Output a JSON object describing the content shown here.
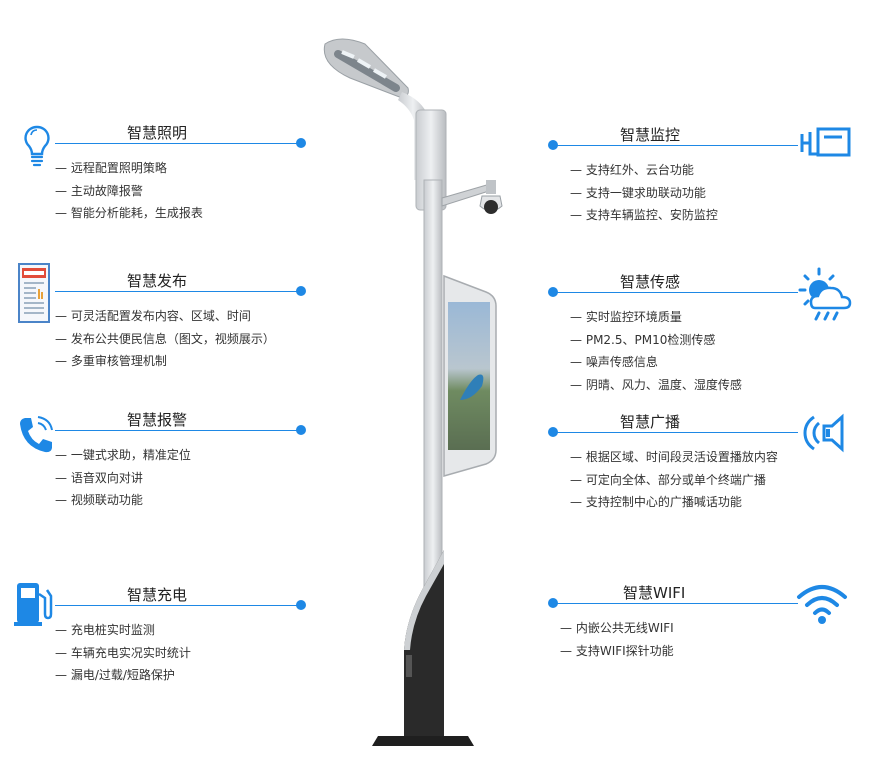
{
  "features": {
    "lighting": {
      "title": "智慧照明",
      "items": [
        "远程配置照明策略",
        "主动故障报警",
        "智能分析能耗，生成报表"
      ]
    },
    "publishing": {
      "title": "智慧发布",
      "items": [
        "可灵活配置发布内容、区域、时间",
        "发布公共便民信息（图文，视频展示）",
        "多重审核管理机制"
      ]
    },
    "alarm": {
      "title": "智慧报警",
      "items": [
        "一键式求助，精准定位",
        "语音双向对讲",
        "视频联动功能"
      ]
    },
    "charging": {
      "title": "智慧充电",
      "items": [
        "充电桩实时监测",
        "车辆充电实况实时统计",
        "漏电/过载/短路保护"
      ]
    },
    "monitoring": {
      "title": "智慧监控",
      "items": [
        "支持红外、云台功能",
        "支持一键求助联动功能",
        "支持车辆监控、安防监控"
      ]
    },
    "sensing": {
      "title": "智慧传感",
      "items": [
        "实时监控环境质量",
        "PM2.5、PM10检测传感",
        "噪声传感信息",
        "阴晴、风力、温度、湿度传感"
      ]
    },
    "broadcast": {
      "title": "智慧广播",
      "items": [
        "根据区域、时间段灵活设置播放内容",
        "可定向全体、部分或单个终端广播",
        "支持控制中心的广播喊话功能"
      ]
    },
    "wifi": {
      "title": "智慧WIFI",
      "items": [
        "内嵌公共无线WIFI",
        "支持WIFI探针功能"
      ]
    }
  },
  "icons": {
    "lighting": "lightbulb-icon",
    "publishing": "newspaper-icon",
    "alarm": "phone-icon",
    "charging": "fuel-pump-icon",
    "monitoring": "camera-icon",
    "sensing": "weather-icon",
    "broadcast": "speaker-icon",
    "wifi": "wifi-icon"
  },
  "colors": {
    "accent": "#1e88e5",
    "pole": "#d6d9dc",
    "pole_dark": "#2a2a2a"
  }
}
